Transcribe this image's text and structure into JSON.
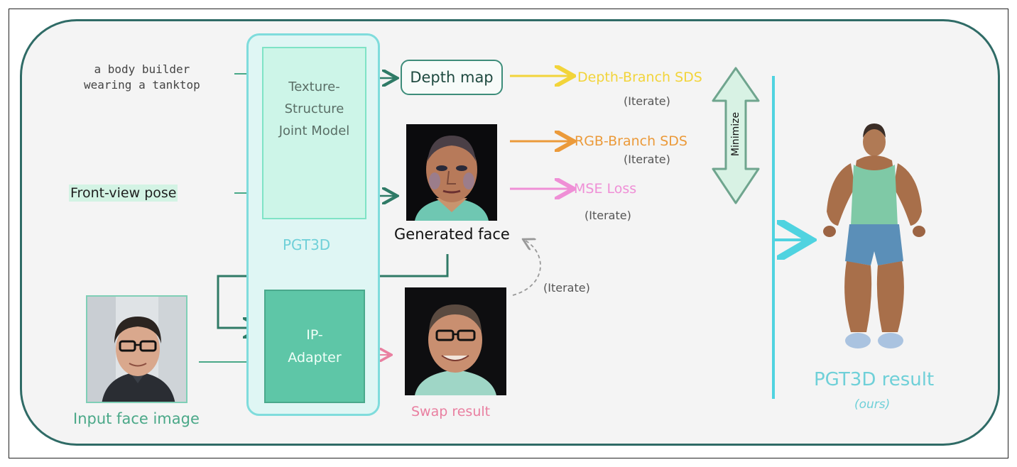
{
  "prompt_text": "a body builder\nwearing a tanktop",
  "pose_label": "Front-view pose",
  "input_face_label": "Input face image",
  "model_box_label": "Texture-\nStructure\nJoint Model",
  "pgt3d_label": "PGT3D",
  "adapter_label": "IP-\nAdapter",
  "depth_map_label": "Depth map",
  "generated_face_label": "Generated face",
  "swap_result_label": "Swap result",
  "iterate_label": "(Iterate)",
  "losses": [
    {
      "label": "Depth-Branch SDS",
      "color": "#f2d43a",
      "iterate": "(Iterate)"
    },
    {
      "label": "RGB-Branch SDS",
      "color": "#eb9a3a",
      "iterate": "(Iterate)"
    },
    {
      "label": "MSE Loss",
      "color": "#ef8fd6",
      "iterate": "(Iterate)"
    }
  ],
  "minimize_label": "Minimize",
  "result_label": "PGT3D result",
  "result_sub": "(ours)",
  "colors": {
    "panel_border": "#2f6b66",
    "teal": "#49a888",
    "cyan": "#4fd3e0",
    "pink": "#e97fa0"
  }
}
